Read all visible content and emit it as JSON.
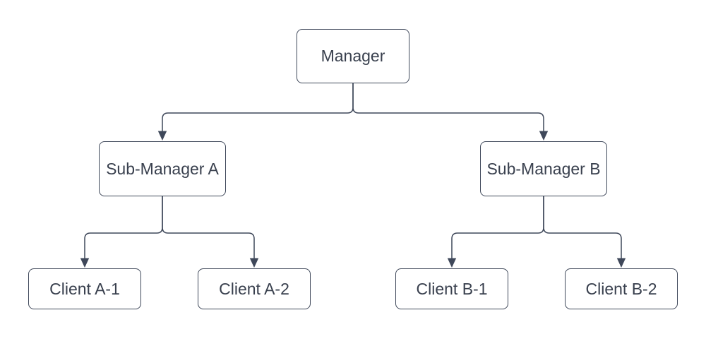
{
  "diagram": {
    "kind": "org-chart-tree"
  },
  "nodes": [
    {
      "id": "manager",
      "label": "Manager"
    },
    {
      "id": "sub-a",
      "label": "Sub-Manager A"
    },
    {
      "id": "sub-b",
      "label": "Sub-Manager B"
    },
    {
      "id": "client-a1",
      "label": "Client A-1"
    },
    {
      "id": "client-a2",
      "label": "Client A-2"
    },
    {
      "id": "client-b1",
      "label": "Client B-1"
    },
    {
      "id": "client-b2",
      "label": "Client B-2"
    }
  ],
  "edges": [
    {
      "from": "manager",
      "to": "sub-a"
    },
    {
      "from": "manager",
      "to": "sub-b"
    },
    {
      "from": "sub-a",
      "to": "client-a1"
    },
    {
      "from": "sub-a",
      "to": "client-a2"
    },
    {
      "from": "sub-b",
      "to": "client-b1"
    },
    {
      "from": "sub-b",
      "to": "client-b2"
    }
  ],
  "colors": {
    "background": "#ffffff",
    "node_fill": "#ffffff",
    "stroke": "#3f485a",
    "text": "#39404e"
  }
}
